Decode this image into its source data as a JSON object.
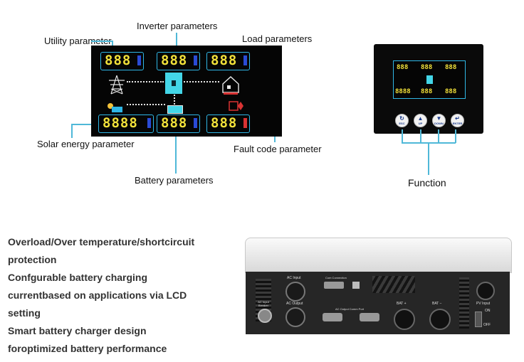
{
  "labels": {
    "utility": "Utility parameter",
    "inverter": "Inverter parameters",
    "load": "Load parameters",
    "solar": "Solar energy parameter",
    "battery": "Battery parameters",
    "fault": "Fault code parameter",
    "function": "Function"
  },
  "lcd": {
    "utility_digits": "888",
    "inverter_digits": "888",
    "load_digits": "888",
    "solar_digits": "8888",
    "battery_digits": "888",
    "fault_digits": "888"
  },
  "panel": {
    "digits_top": [
      "888",
      "888",
      "888"
    ],
    "digits_bottom": [
      "8888",
      "888",
      "888"
    ],
    "buttons": [
      {
        "glyph": "↻",
        "label": "ESC"
      },
      {
        "glyph": "▲",
        "label": "UP"
      },
      {
        "glyph": "▼",
        "label": "DOWN"
      },
      {
        "glyph": "↵",
        "label": "ENTER"
      }
    ]
  },
  "features": [
    "Overload/Over temperature/shortcircuit",
    "protection",
    "Confgurable battery charging",
    "currentbased on applications via LCD",
    "setting",
    "Smart battery charger design",
    "foroptimized battery performance"
  ],
  "inverter": {
    "ac_input": "AC Input",
    "ac_output": "AC Output",
    "com_connection": "Com Connection",
    "ac_output_comm_port": "AC Output Comm Port",
    "ac_input_breaker": "AC Input Breaker",
    "bat_plus": "BAT +",
    "bat_minus": "BAT −",
    "pv_input": "PV Input",
    "on": "ON",
    "off": "OFF"
  },
  "colors": {
    "segment": "#f3e23a",
    "frame": "#2fb7e6",
    "callout": "#4fb8d8"
  }
}
